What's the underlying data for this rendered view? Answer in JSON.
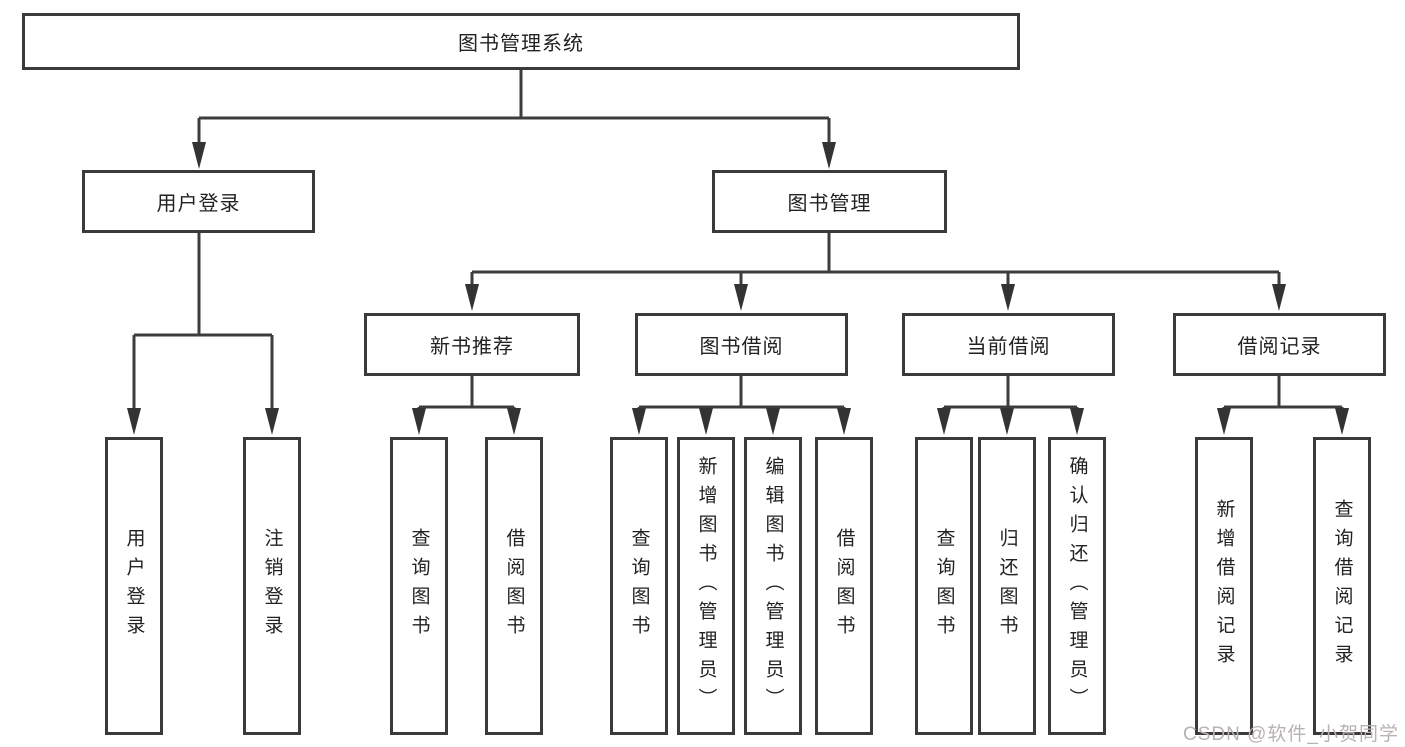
{
  "nodes": {
    "root": {
      "label": "图书管理系统"
    },
    "level2": [
      {
        "label": "用户登录"
      },
      {
        "label": "图书管理"
      }
    ],
    "level3": [
      {
        "label": "新书推荐",
        "parent": "图书管理"
      },
      {
        "label": "图书借阅",
        "parent": "图书管理"
      },
      {
        "label": "当前借阅",
        "parent": "图书管理"
      },
      {
        "label": "借阅记录",
        "parent": "图书管理"
      }
    ],
    "leaves": [
      {
        "label": "用户登录",
        "parent": "用户登录"
      },
      {
        "label": "注销登录",
        "parent": "用户登录"
      },
      {
        "label": "查询图书",
        "parent": "新书推荐"
      },
      {
        "label": "借阅图书",
        "parent": "新书推荐"
      },
      {
        "label": "查询图书",
        "parent": "图书借阅"
      },
      {
        "label": "新增图书（管理员）",
        "parent": "图书借阅"
      },
      {
        "label": "编辑图书（管理员）",
        "parent": "图书借阅"
      },
      {
        "label": "借阅图书",
        "parent": "图书借阅"
      },
      {
        "label": "查询图书",
        "parent": "当前借阅"
      },
      {
        "label": "归还图书",
        "parent": "当前借阅"
      },
      {
        "label": "确认归还（管理员）",
        "parent": "当前借阅"
      },
      {
        "label": "新增借阅记录",
        "parent": "借阅记录"
      },
      {
        "label": "查询借阅记录",
        "parent": "借阅记录"
      }
    ]
  },
  "watermark": {
    "text": "CSDN @软件_小贺同学"
  },
  "colors": {
    "line": "#3d3d3d",
    "box_border": "#3a3a3a",
    "text": "#222222",
    "background": "#ffffff",
    "watermark": "#b9b2b2"
  }
}
